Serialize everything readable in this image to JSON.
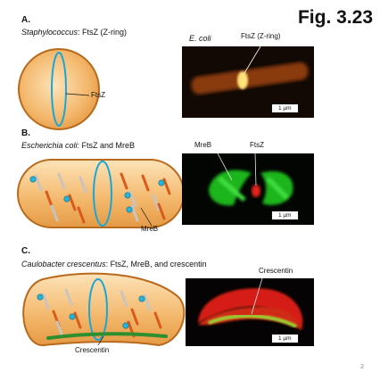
{
  "figure": {
    "label": "Fig. 3.23",
    "page_number": "2"
  },
  "panels": {
    "a": {
      "letter": "A.",
      "title_organism": "Staphylococcus",
      "title_rest": ": FtsZ (Z-ring)",
      "cell_label": "FtsZ",
      "micrograph": {
        "organism": "E. coli",
        "label": "FtsZ (Z-ring)",
        "scale": "1 µm"
      }
    },
    "b": {
      "letter": "B.",
      "title_organism": "Escherichia coli",
      "title_rest": ": FtsZ and MreB",
      "cell_label": "MreB",
      "micrograph": {
        "labels": [
          "MreB",
          "FtsZ"
        ],
        "scale": "1 µm"
      }
    },
    "c": {
      "letter": "C.",
      "title_organism": "Caulobacter crescentus",
      "title_rest": ": FtsZ, MreB, and crescentin",
      "cell_label": "Crescentin",
      "micrograph": {
        "label": "Crescentin",
        "scale": "1 µm"
      }
    }
  },
  "colors": {
    "cell_fill": "#f3b76b",
    "cell_outline": "#b86a1c",
    "ftsz_ring": "#1aa6d6",
    "mreb_helix": "#d95a1a",
    "mreb_helix_light": "#c9c4bd",
    "crescentin": "#2f8f2f",
    "micro_orange": "#ff8a1f",
    "micro_green": "#2fd42f",
    "micro_red": "#e8231b",
    "micro_yellow": "#e8f03a"
  }
}
